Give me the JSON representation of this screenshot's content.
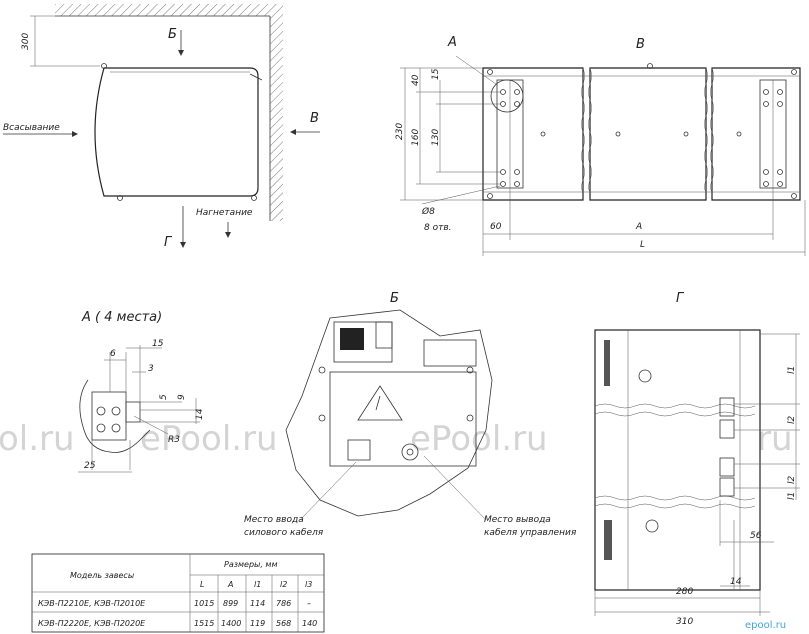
{
  "watermark": {
    "left": "ol.ru",
    "mid": "ePool.ru",
    "right": "ePool.ru",
    "far": "ePool.ru",
    "corner": "epool.ru"
  },
  "side_view": {
    "dim_300": "300",
    "label_b": "Б",
    "label_v": "В",
    "label_g": "Г",
    "intake": "Всасывание",
    "discharge": "Нагнетание"
  },
  "front_view": {
    "label_a": "А",
    "label_v": "В",
    "dim_230": "230",
    "dim_40": "40",
    "dim_160": "160",
    "dim_15": "15",
    "dim_130": "130",
    "hole_d": "Ø8",
    "hole_n": "8 отв.",
    "dim_60": "60",
    "dim_A": "A",
    "dim_L": "L"
  },
  "detail_a": {
    "title": "А ( 4 места)",
    "d6": "6",
    "d15": "15",
    "d3": "3",
    "d5": "5",
    "d9": "9",
    "d14": "14",
    "dR3": "R3",
    "d25": "25"
  },
  "detail_b": {
    "title": "Б",
    "power_inlet_1": "Место ввода",
    "power_inlet_2": "силового кабеля",
    "ctrl_outlet_1": "Место вывода",
    "ctrl_outlet_2": "кабеля управления"
  },
  "detail_g": {
    "title": "Г",
    "l1a": "l1",
    "l2a": "l2",
    "l2b": "l2",
    "l1b": "l1",
    "d56": "56",
    "d14": "14",
    "d280": "280",
    "d310": "310"
  },
  "table": {
    "col_model": "Модель завесы",
    "col_dims": "Размеры, мм",
    "headers": [
      "L",
      "A",
      "l1",
      "l2",
      "l3"
    ],
    "rows": [
      {
        "model": "КЭВ-П2210Е, КЭВ-П2010Е",
        "L": "1015",
        "A": "899",
        "l1": "114",
        "l2": "786",
        "l3": "–"
      },
      {
        "model": "КЭВ-П2220Е, КЭВ-П2020Е",
        "L": "1515",
        "A": "1400",
        "l1": "119",
        "l2": "568",
        "l3": "140"
      }
    ]
  }
}
